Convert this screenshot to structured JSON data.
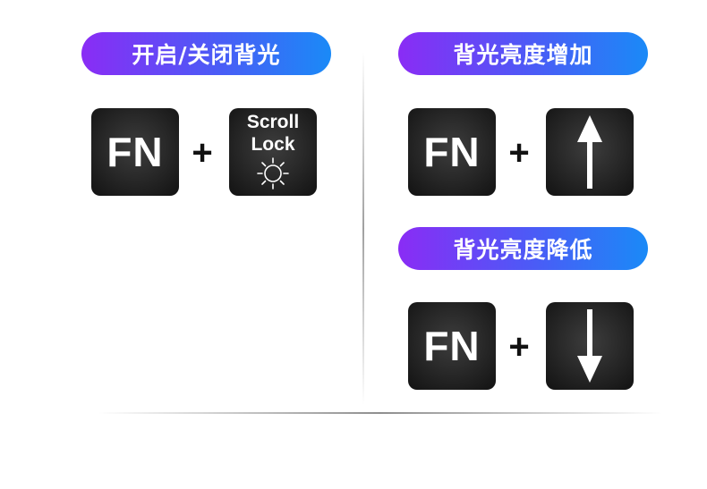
{
  "sections": {
    "toggle": {
      "title": "开启/关闭背光",
      "key1": "FN",
      "plus": "+",
      "key2_line1": "Scroll",
      "key2_line2": "Lock",
      "key2_icon": "sun-icon"
    },
    "increase": {
      "title": "背光亮度增加",
      "key1": "FN",
      "plus": "+",
      "key2_icon": "arrow-up-icon"
    },
    "decrease": {
      "title": "背光亮度降低",
      "key1": "FN",
      "plus": "+",
      "key2_icon": "arrow-down-icon"
    }
  },
  "colors": {
    "pill_start": "#8a2cf5",
    "pill_end": "#1a8af7",
    "key_bg": "#2a2a2a",
    "key_text": "#ffffff"
  }
}
